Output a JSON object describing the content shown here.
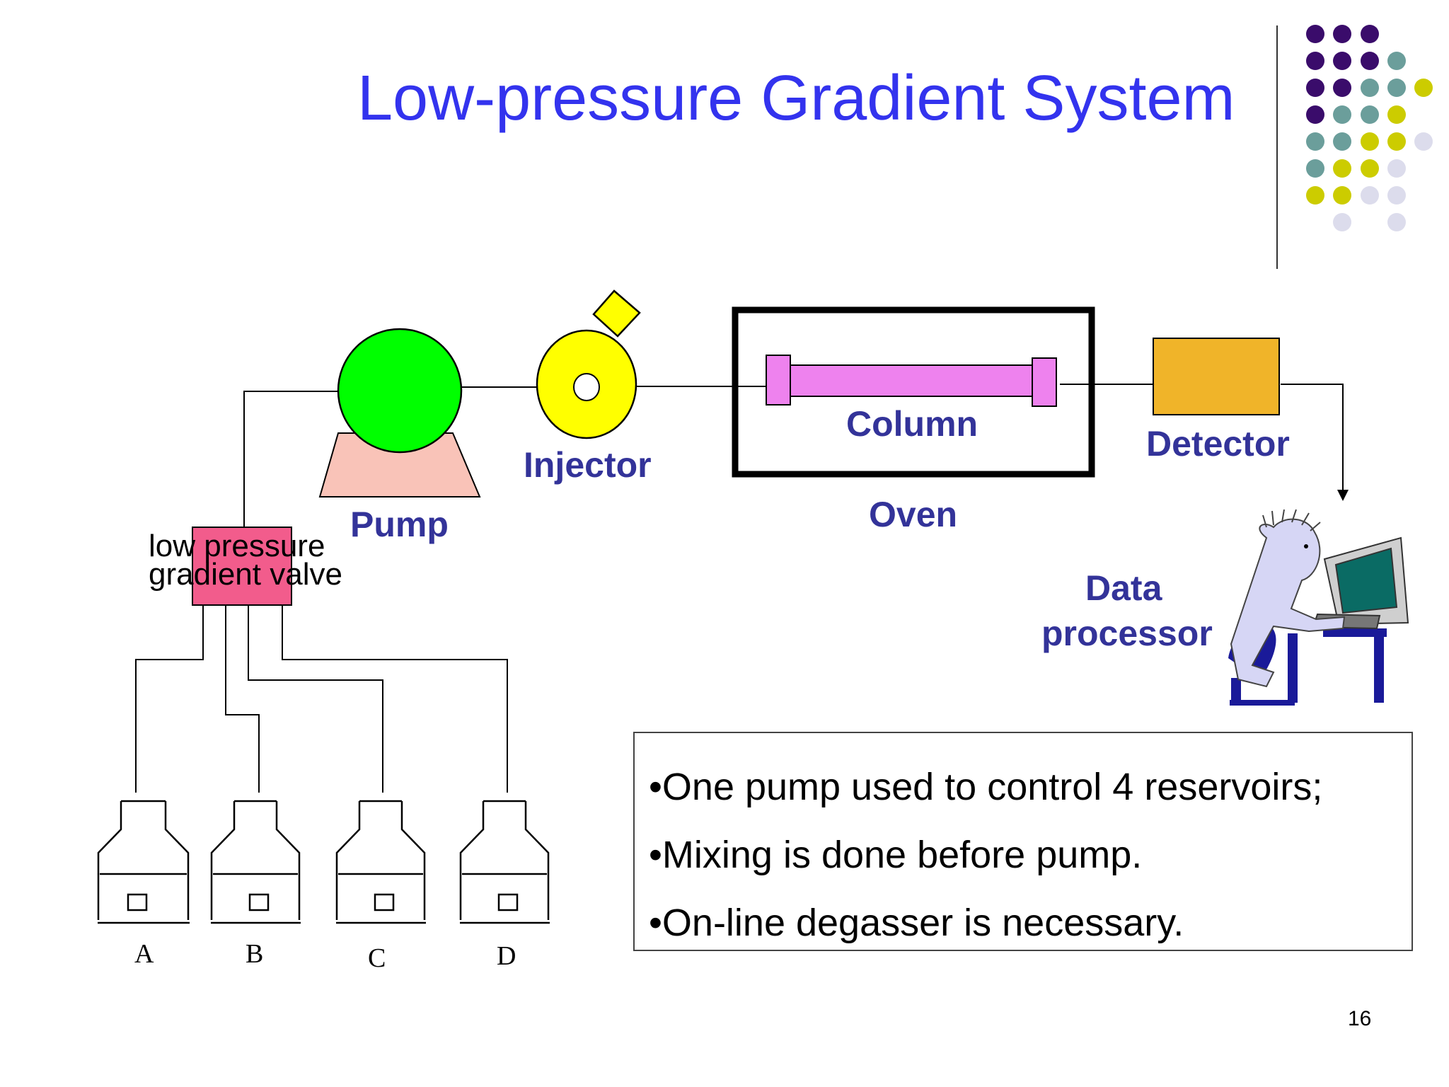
{
  "slide": {
    "title": "Low-pressure Gradient System",
    "page_number": "16"
  },
  "diagram": {
    "labels": {
      "pump": "Pump",
      "injector": "Injector",
      "column": "Column",
      "oven": "Oven",
      "detector": "Detector",
      "data_processor_line1": "Data",
      "data_processor_line2": "processor",
      "valve_line1": "low pressure",
      "valve_line2": "gradient valve"
    },
    "reservoirs": [
      "A",
      "B",
      "C",
      "D"
    ]
  },
  "notes": [
    "•One pump used to control 4 reservoirs;",
    "•Mixing is done before pump.",
    "•On-line degasser is necessary."
  ],
  "colors": {
    "title": "#3333ee",
    "label": "#333399",
    "pump": "#00ff00",
    "pump_base": "#f9c3b8",
    "injector": "#ffff00",
    "column": "#ee82ee",
    "detector": "#f0b429",
    "valve": "#f25c8c",
    "dot_purple": "#3a0c6b",
    "dot_teal": "#6b9e9b",
    "dot_olive": "#cccc00",
    "dot_lavender": "#dcdcec"
  }
}
